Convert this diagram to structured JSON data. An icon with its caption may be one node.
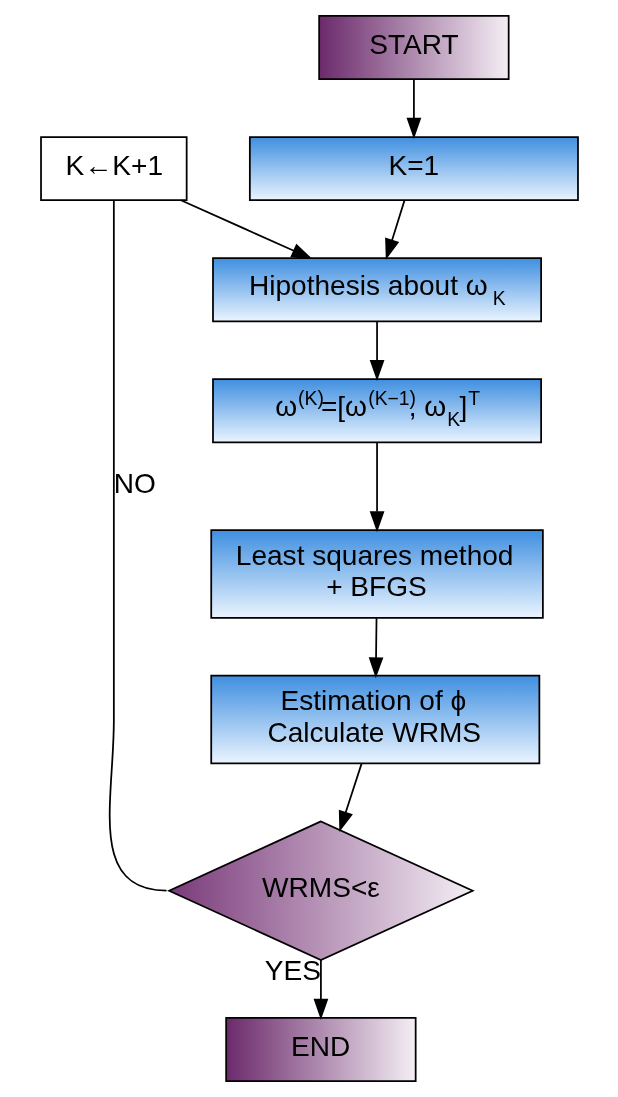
{
  "diagram": {
    "nodes": [
      {
        "text": [
          "START"
        ]
      },
      {
        "text": [
          "K=1"
        ]
      },
      {
        "text": [
          "K←K+1"
        ]
      },
      {
        "text": [
          "Hipothesis about ω$_{K}$"
        ]
      },
      {
        "text": [
          "ω$^{(K)}$=[ω$^{(K−1)}$, ω$_{K}$]$^{T}$"
        ]
      },
      {
        "text": [
          "Least squares method + BFGS"
        ]
      },
      {
        "text": [
          "Estimation of ϕ Calculate WRMS"
        ]
      },
      {
        "text": [
          "WRMS<ε"
        ]
      },
      {
        "text": [
          "END"
        ]
      }
    ],
    "edges": [
      {
        "from": 0,
        "to": 1,
        "arrow": "to"
      },
      {
        "from": 1,
        "to": 3,
        "arrow": "to"
      },
      {
        "from": 2,
        "to": 3,
        "arrow": "to"
      },
      {
        "from": 3,
        "to": 4,
        "arrow": "to"
      },
      {
        "from": 4,
        "to": 5,
        "arrow": "to"
      },
      {
        "from": 5,
        "to": 6,
        "arrow": "to"
      },
      {
        "from": 6,
        "to": 7,
        "arrow": "to"
      },
      {
        "from": 7,
        "to": 2,
        "arrow": "none",
        "label": "NO"
      },
      {
        "from": 7,
        "to": 8,
        "arrow": "to",
        "label": "YES"
      }
    ]
  }
}
